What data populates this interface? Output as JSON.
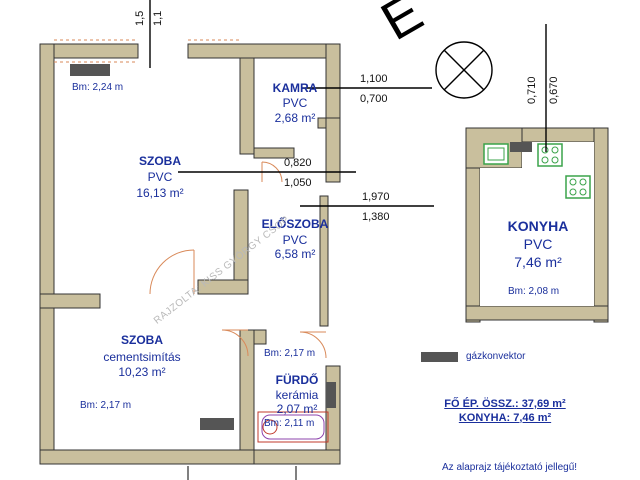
{
  "rooms": {
    "kamra": {
      "name": "KAMRA",
      "floor": "PVC",
      "area": "2,68 m²"
    },
    "szoba1": {
      "name": "SZOBA",
      "floor": "PVC",
      "area": "16,13 m²",
      "bm": "Bm: 2,24 m"
    },
    "eloszoba": {
      "name": "ELŐSZOBA",
      "floor": "PVC",
      "area": "6,58 m²"
    },
    "szoba2": {
      "name": "SZOBA",
      "floor": "cementsimítás",
      "area": "10,23 m²",
      "bm": "Bm: 2,17 m"
    },
    "furdo": {
      "name": "FÜRDŐ",
      "floor": "kerámia",
      "area": "2,07 m²",
      "bm": "Bm: 2,11 m"
    },
    "konyha": {
      "name": "KONYHA",
      "floor": "PVC",
      "area": "7,46 m²",
      "bm": "Bm: 2,08 m"
    },
    "eloszoba_bm": "Bm: 2,17 m"
  },
  "dimensions": {
    "d1_top": "1,100",
    "d1_bottom": "0,700",
    "d2_top": "0,820",
    "d2_bottom": "1,050",
    "d3_top": "1,970",
    "d3_bottom": "1,380",
    "v_left": "0,710",
    "v_right": "0,670",
    "v_top_a": "1,5",
    "v_top_b": "1,1"
  },
  "legend": {
    "label": "gázkonvektor",
    "color": "#555555"
  },
  "totals": {
    "line1": "FŐ ÉP. ÖSSZ.: 37,69 m²",
    "line2": "KONYHA: 7,46 m²"
  },
  "note": "Az alaprajz tájékoztató jellegű!",
  "watermark": "RAJZOLTA: KISS GYÖRGY CSOP",
  "north_letter": "E",
  "colors": {
    "wall": "#c9bf9d",
    "wall_stroke": "#333333",
    "text": "#1a2f9c",
    "door": "#d98a5a",
    "stove": "#3aa34a"
  }
}
